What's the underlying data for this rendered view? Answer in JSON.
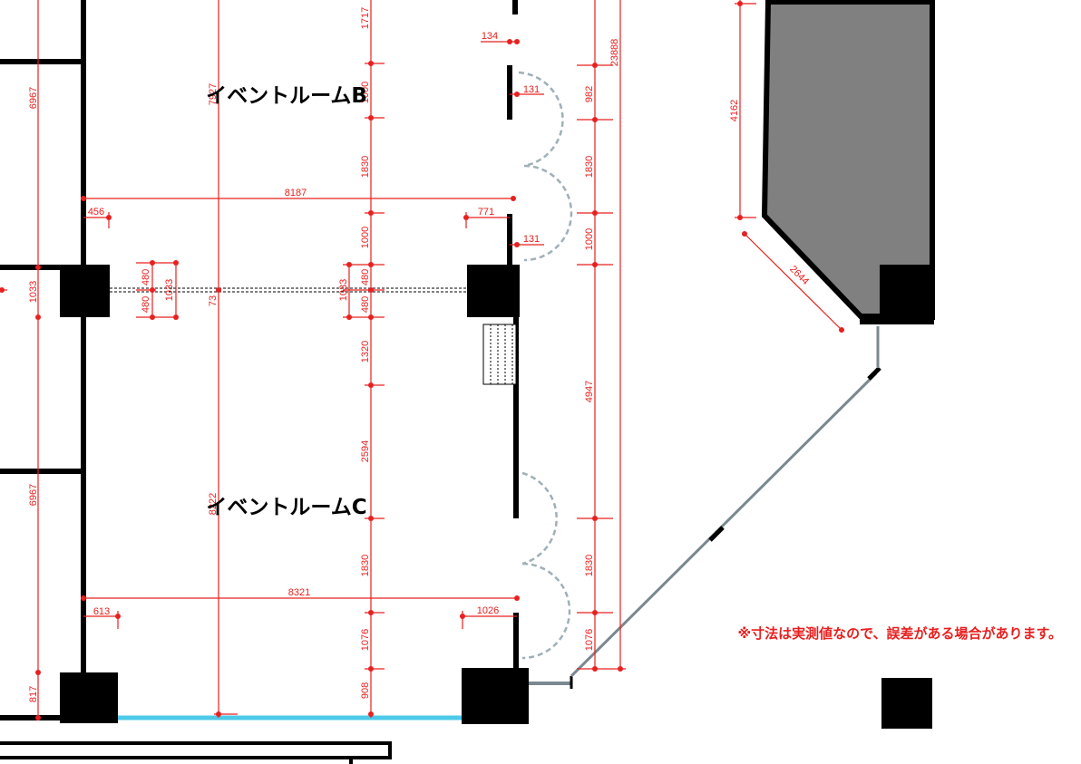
{
  "rooms": {
    "room_b": "イベントルームB",
    "room_c": "イベントルームC"
  },
  "note": "※寸法は実測値なので、誤差がある場合があります。",
  "dims": {
    "d6967a": "6967",
    "d6967b": "6967",
    "d1033_left": "1033",
    "d817": "817",
    "d7927": "7927",
    "d73": "73",
    "d8222": "8222",
    "d1717": "1717",
    "d1000a": "1000",
    "d1830a": "1830",
    "d1000b": "1000",
    "d480a": "480",
    "d480b": "480",
    "d1033_mid": "1033",
    "d1320": "1320",
    "d2594": "2594",
    "d1830b": "1830",
    "d1076a": "1076",
    "d908": "908",
    "d134": "134",
    "d131a": "131",
    "d131b": "131",
    "d771": "771",
    "d8187": "8187",
    "d456": "456",
    "d480c": "480",
    "d480d": "480",
    "d1033_col": "1033",
    "d8321": "8321",
    "d613": "613",
    "d1026": "1026",
    "d982": "982",
    "d1830c": "1830",
    "d1000c": "1000",
    "d4947": "4947",
    "d1830d": "1830",
    "d1076b": "1076",
    "d23888": "23888",
    "d4162": "4162",
    "d2644": "2644"
  },
  "colors": {
    "dimension": "#e8201f",
    "wall": "#000000",
    "stage": "#808080",
    "window": "#4cc9e8",
    "door_swing": "#9fb0b8",
    "partition": "#7a8890"
  }
}
